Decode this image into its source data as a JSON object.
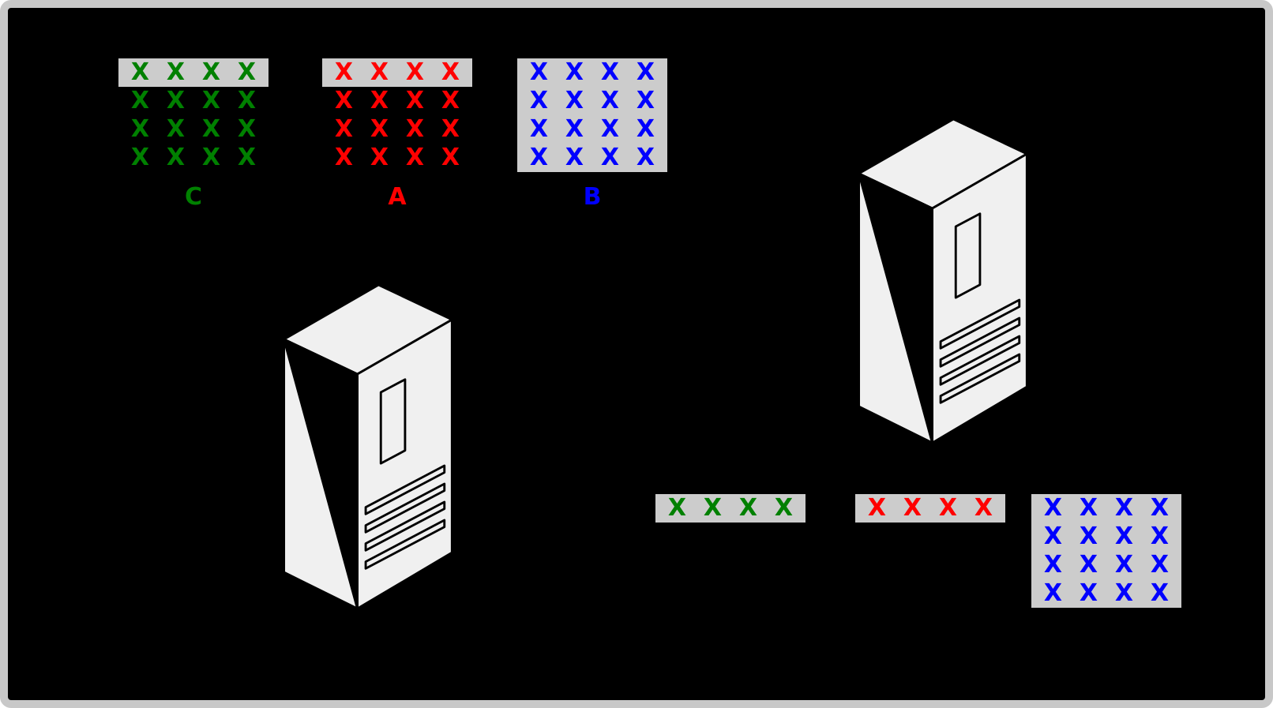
{
  "frame": {
    "background": "#000000",
    "border_color": "#c8c8c8"
  },
  "colors": {
    "green": "#008000",
    "red": "#ff0000",
    "blue": "#0000ff",
    "highlight": "#cccccc",
    "tower_fill": "#f0f0f0",
    "tower_outline": "#000000"
  },
  "mark": "X",
  "tables": {
    "c": {
      "label": "C",
      "color": "green",
      "rows": 4,
      "cols": 4,
      "highlight": "first-row"
    },
    "a": {
      "label": "A",
      "color": "red",
      "rows": 4,
      "cols": 4,
      "highlight": "first-row"
    },
    "b": {
      "label": "B",
      "color": "blue",
      "rows": 4,
      "cols": 4,
      "highlight": "all"
    }
  },
  "cache_groups": {
    "green_row": {
      "color": "green",
      "rows": 1,
      "cols": 4,
      "highlight": "all"
    },
    "red_row": {
      "color": "red",
      "rows": 1,
      "cols": 4,
      "highlight": "all"
    },
    "blue_block": {
      "color": "blue",
      "rows": 4,
      "cols": 4,
      "highlight": "all"
    }
  },
  "icons": {
    "server_left": "isometric-computer-tower",
    "server_right": "isometric-computer-tower"
  }
}
